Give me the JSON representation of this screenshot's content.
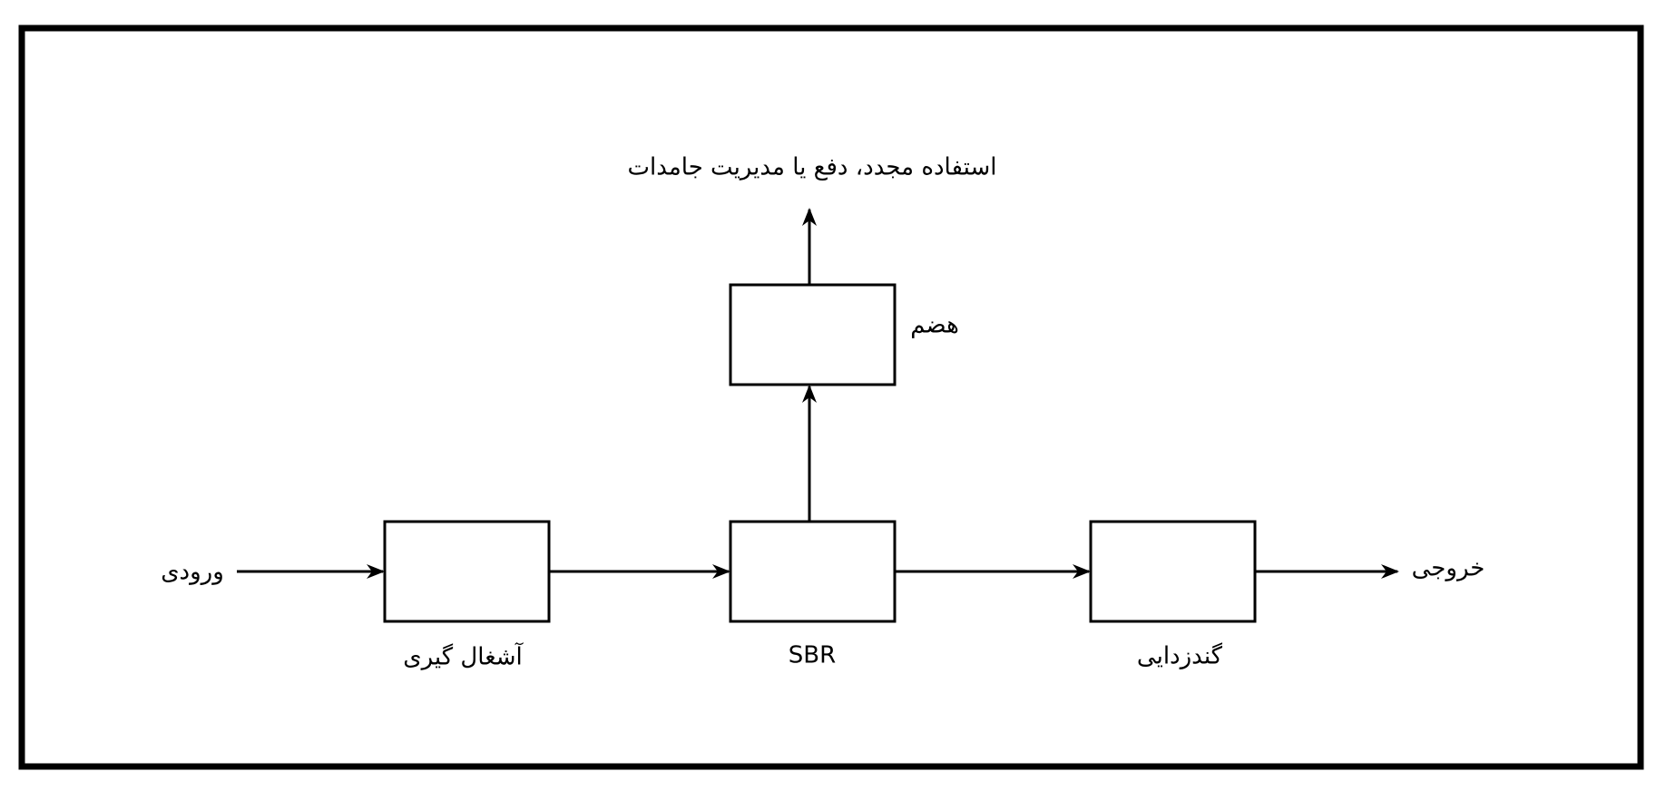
{
  "labels": {
    "input": "ورودی",
    "screening": "آشغال گیری",
    "sbr": "SBR",
    "disinfection": "گندزدایی",
    "output": "خروجی",
    "digestion": "هضم",
    "solids": "استفاده مجدد، دفع یا مدیریت جامدات"
  },
  "colors": {
    "stroke": "#000000",
    "background": "#ffffff"
  }
}
